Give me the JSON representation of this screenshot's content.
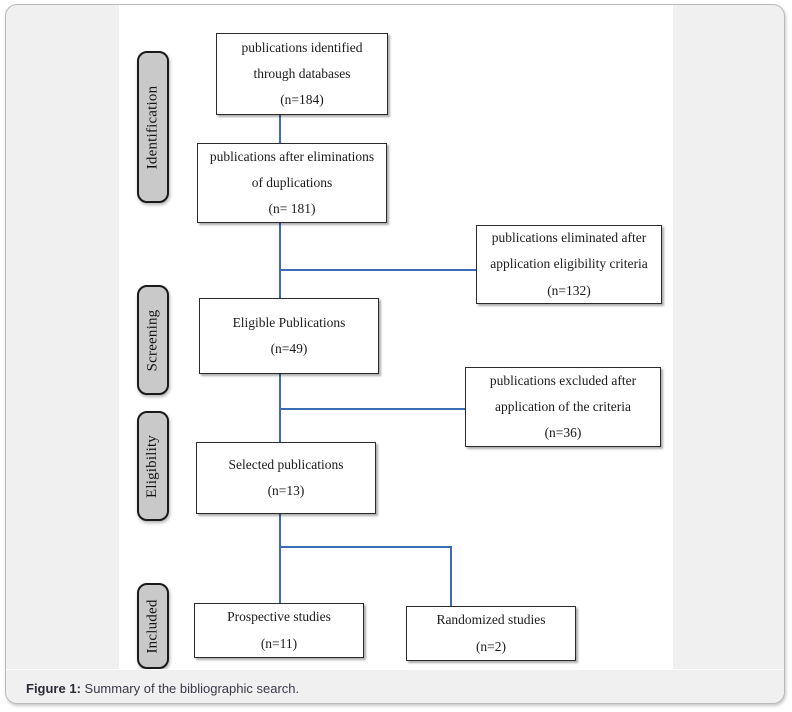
{
  "figure": {
    "caption_label": "Figure 1:",
    "caption_text": " Summary of the bibliographic search."
  },
  "colors": {
    "connector": "#3b6cb5",
    "stage_fill": "#c9c9c9",
    "box_border": "#2b2b2b",
    "panel_bg": "#f0f0f0",
    "canvas_bg": "#ffffff"
  },
  "stages": [
    {
      "id": "identification",
      "label": "Identification"
    },
    {
      "id": "screening",
      "label": "Screening"
    },
    {
      "id": "eligibility",
      "label": "Eligibility"
    },
    {
      "id": "included",
      "label": "Included"
    }
  ],
  "chart_data": {
    "type": "flowchart",
    "title": "Summary of the bibliographic search",
    "nodes": [
      {
        "id": "identified",
        "stage": "Identification",
        "lines": [
          "publications identified",
          "through databases",
          "(n=184)"
        ],
        "n": 184
      },
      {
        "id": "after_duplicates",
        "stage": "Identification",
        "lines": [
          "publications after eliminations",
          "of duplications",
          "(n= 181)"
        ],
        "n": 181
      },
      {
        "id": "eliminated_eligibility",
        "stage": "Screening",
        "lines": [
          "publications eliminated after",
          "application eligibility criteria",
          "(n=132)"
        ],
        "n": 132
      },
      {
        "id": "eligible",
        "stage": "Screening",
        "lines": [
          "Eligible Publications",
          "(n=49)"
        ],
        "n": 49
      },
      {
        "id": "excluded_criteria",
        "stage": "Eligibility",
        "lines": [
          "publications excluded after",
          "application of the criteria",
          "(n=36)"
        ],
        "n": 36
      },
      {
        "id": "selected",
        "stage": "Eligibility",
        "lines": [
          "Selected publications",
          "(n=13)"
        ],
        "n": 13
      },
      {
        "id": "prospective",
        "stage": "Included",
        "lines": [
          "Prospective studies",
          "(n=11)"
        ],
        "n": 11
      },
      {
        "id": "randomized",
        "stage": "Included",
        "lines": [
          "Randomized studies",
          "(n=2)"
        ],
        "n": 2
      }
    ],
    "edges": [
      {
        "from": "identified",
        "to": "after_duplicates"
      },
      {
        "from": "after_duplicates",
        "to": "eliminated_eligibility"
      },
      {
        "from": "after_duplicates",
        "to": "eligible"
      },
      {
        "from": "eligible",
        "to": "excluded_criteria"
      },
      {
        "from": "eligible",
        "to": "selected"
      },
      {
        "from": "selected",
        "to": "prospective"
      },
      {
        "from": "selected",
        "to": "randomized"
      }
    ]
  },
  "boxes": {
    "identified": {
      "l1": "publications identified",
      "l2": "through databases",
      "l3": "(n=184)"
    },
    "after_duplicates": {
      "l1": "publications after eliminations",
      "l2": "of duplications",
      "l3": "(n= 181)"
    },
    "eliminated_eligibility": {
      "l1": "publications eliminated after",
      "l2": "application eligibility criteria",
      "l3": "(n=132)"
    },
    "eligible": {
      "l1": "Eligible Publications",
      "l2": "(n=49)"
    },
    "excluded_criteria": {
      "l1": "publications excluded after",
      "l2": "application of the criteria",
      "l3": "(n=36)"
    },
    "selected": {
      "l1": "Selected publications",
      "l2": "(n=13)"
    },
    "prospective": {
      "l1": "Prospective studies",
      "l2": "(n=11)"
    },
    "randomized": {
      "l1": "Randomized studies",
      "l2": "(n=2)"
    }
  }
}
